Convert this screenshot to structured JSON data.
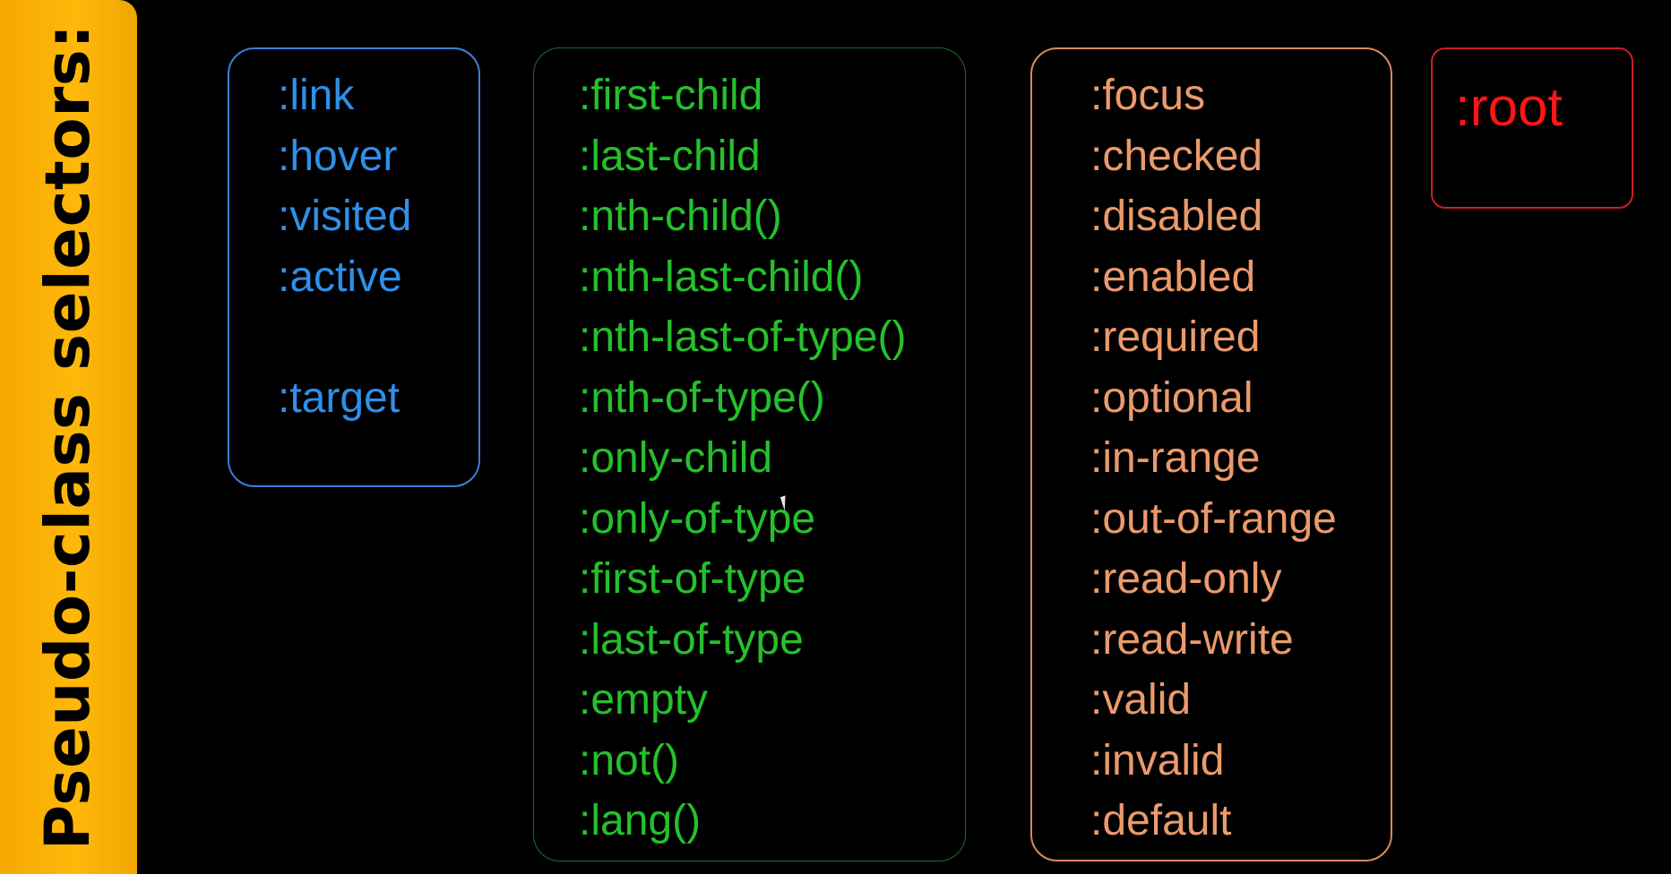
{
  "banner": {
    "title": "Pseudo-class selectors:"
  },
  "colors": {
    "banner_bg": "#ffb80a",
    "links": "#2f8fe8",
    "structural": "#25c02c",
    "form": "#eb9a6c",
    "root": "#ff1515"
  },
  "links_group": {
    "items": [
      ":link",
      ":hover",
      ":visited",
      ":active",
      ":target"
    ]
  },
  "structural_group": {
    "items": [
      ":first-child",
      ":last-child",
      ":nth-child()",
      ":nth-last-child()",
      ":nth-last-of-type()",
      ":nth-of-type()",
      ":only-child",
      ":only-of-type",
      ":first-of-type",
      ":last-of-type",
      ":empty",
      ":not()",
      ":lang()"
    ]
  },
  "form_group": {
    "items": [
      ":focus",
      ":checked",
      ":disabled",
      ":enabled",
      ":required",
      ":optional",
      ":in-range",
      ":out-of-range",
      ":read-only",
      ":read-write",
      ":valid",
      ":invalid",
      ":default"
    ]
  },
  "root_group": {
    "label": ":root"
  }
}
